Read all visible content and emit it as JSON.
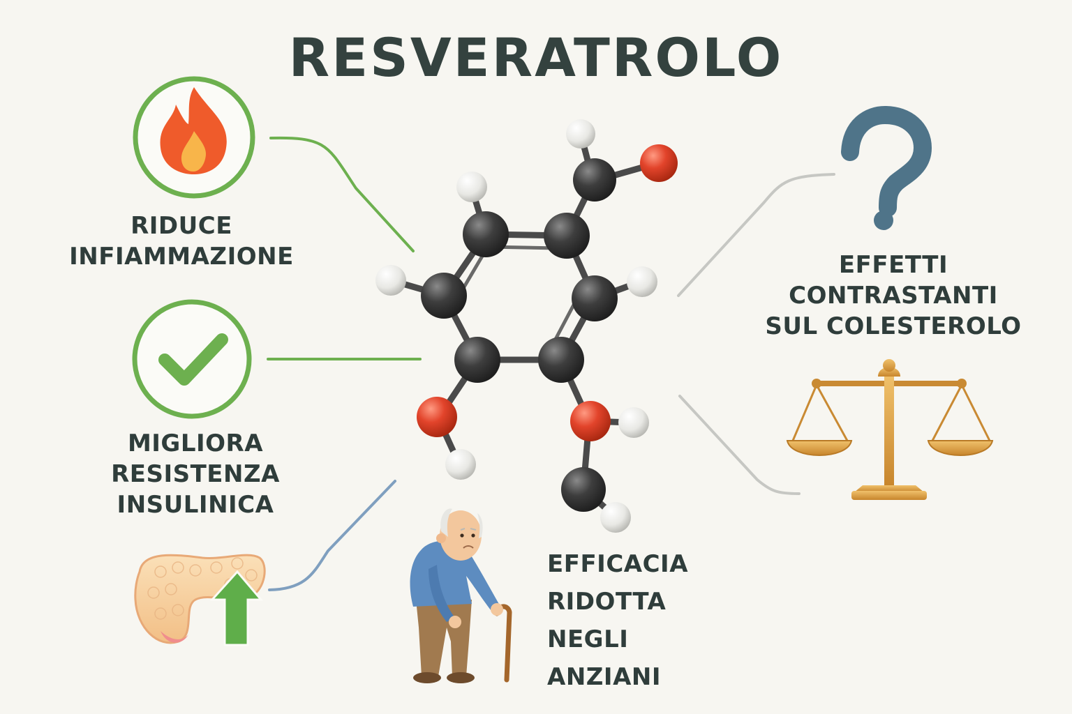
{
  "title": "RESVERATROLO",
  "benefits": [
    {
      "id": "inflammation",
      "label_lines": [
        "RIDUCE",
        "INFIAMMAZIONE"
      ],
      "icon": "flame-icon"
    },
    {
      "id": "insulin",
      "label_lines": [
        "MIGLIORA",
        "RESISTENZA",
        "INSULINICA"
      ],
      "icon": "checkmark-icon"
    }
  ],
  "cholesterol": {
    "label_lines": [
      "EFFETTI",
      "CONTRASTANTI",
      "SUL COLESTEROLO"
    ],
    "icons": [
      "question-mark-icon",
      "balance-scale-icon"
    ]
  },
  "elderly": {
    "label_lines": [
      "EFFICACIA",
      "RIDOTTA",
      "NEGLI",
      "ANZIANI"
    ],
    "icon": "elderly-person-icon"
  },
  "pancreas": {
    "icon": "pancreas-icon",
    "arrow_icon": "arrow-up-icon"
  },
  "colors": {
    "text": "#2f3d3b",
    "green": "#6db04f",
    "blue_line": "#7f9fbf",
    "grey_line": "#c6c7c3",
    "question": "#4f7489",
    "carbon": "#3a3a3a",
    "oxygen": "#e2442b",
    "hydrogen": "#eeeeec",
    "gold": "#d39a3f"
  }
}
